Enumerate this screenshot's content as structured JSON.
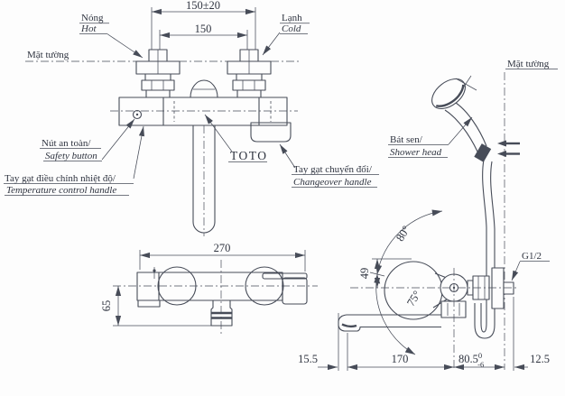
{
  "top_view": {
    "labels": {
      "hot": {
        "vi": "Nóng",
        "en": "Hot"
      },
      "cold": {
        "vi": "Lạnh",
        "en": "Cold"
      },
      "wall_left": "Mặt tường",
      "safety": {
        "vi": "Nút an toàn/",
        "en": "Safety button"
      },
      "temperature": {
        "vi": "Tay gạt điều chỉnh nhiệt độ/",
        "en": "Temperature control handle"
      },
      "changeover": {
        "vi": "Tay gạt chuyển đổi/",
        "en": "Changeover handle"
      },
      "brand": "TOTO"
    },
    "dimensions": {
      "inlet_tolerance": "150±20",
      "inlet_pitch": "150"
    }
  },
  "front_view": {
    "dimensions": {
      "body_width": "270",
      "spout_drop": "65"
    }
  },
  "side_view": {
    "labels": {
      "wall_right": "Mặt tường",
      "shower": {
        "vi": "Bát sen/",
        "en": "Shower head"
      },
      "thread": "G1/2"
    },
    "dimensions": {
      "handle_angle_up": "80°",
      "handle_height": "49",
      "handle_angle_down": "75°",
      "spout_tip": "15.5",
      "spout_reach": "170",
      "body_to_wall": "80.5",
      "body_to_wall_tol_sup": "0",
      "body_to_wall_tol_sub": "-6",
      "wall_offset": "12.5"
    }
  },
  "colors": {
    "line": "#474c58",
    "text": "#2f3440",
    "background": "#fdfdfd"
  }
}
